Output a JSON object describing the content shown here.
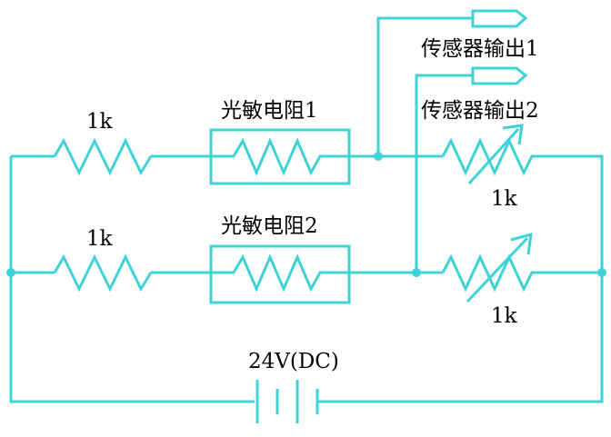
{
  "colors": {
    "wire": "#3fd3d8",
    "text": "#000000",
    "background": "#ffffff"
  },
  "labels": {
    "r_top": "1k",
    "r_bottom": "1k",
    "ldr1": "光敏电阻1",
    "ldr2": "光敏电阻2",
    "out1": "传感器输出1",
    "out2": "传感器输出2",
    "pot_top": "1k",
    "pot_bottom": "1k",
    "source": "24V(DC)"
  }
}
